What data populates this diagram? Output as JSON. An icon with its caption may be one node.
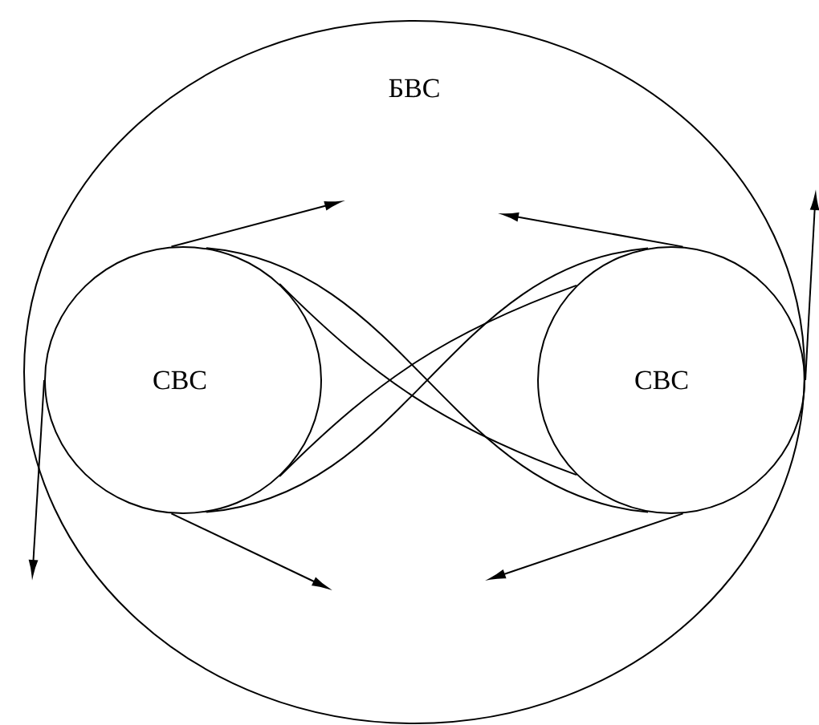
{
  "diagram": {
    "nodes": [
      {
        "text": [
          "БВС"
        ]
      },
      {
        "text": [
          "СВС"
        ],
        "in": 0
      },
      {
        "text": [
          "СВС"
        ],
        "in": 0
      }
    ],
    "edges": [
      {
        "from": 1,
        "to": 2,
        "arrow": "none"
      },
      {
        "from": 1,
        "to": 2,
        "arrow": "none"
      },
      {
        "from": 1,
        "to": 2,
        "arrow": "none"
      },
      {
        "from": 1,
        "to": 2,
        "arrow": "none"
      },
      {
        "from": 1,
        "to": null,
        "arrow": "to"
      },
      {
        "from": 2,
        "to": null,
        "arrow": "to"
      },
      {
        "from": 1,
        "to": null,
        "arrow": "to"
      },
      {
        "from": 2,
        "to": null,
        "arrow": "to"
      },
      {
        "from": 1,
        "to": null,
        "arrow": "to"
      },
      {
        "from": 2,
        "to": null,
        "arrow": "to"
      }
    ]
  }
}
